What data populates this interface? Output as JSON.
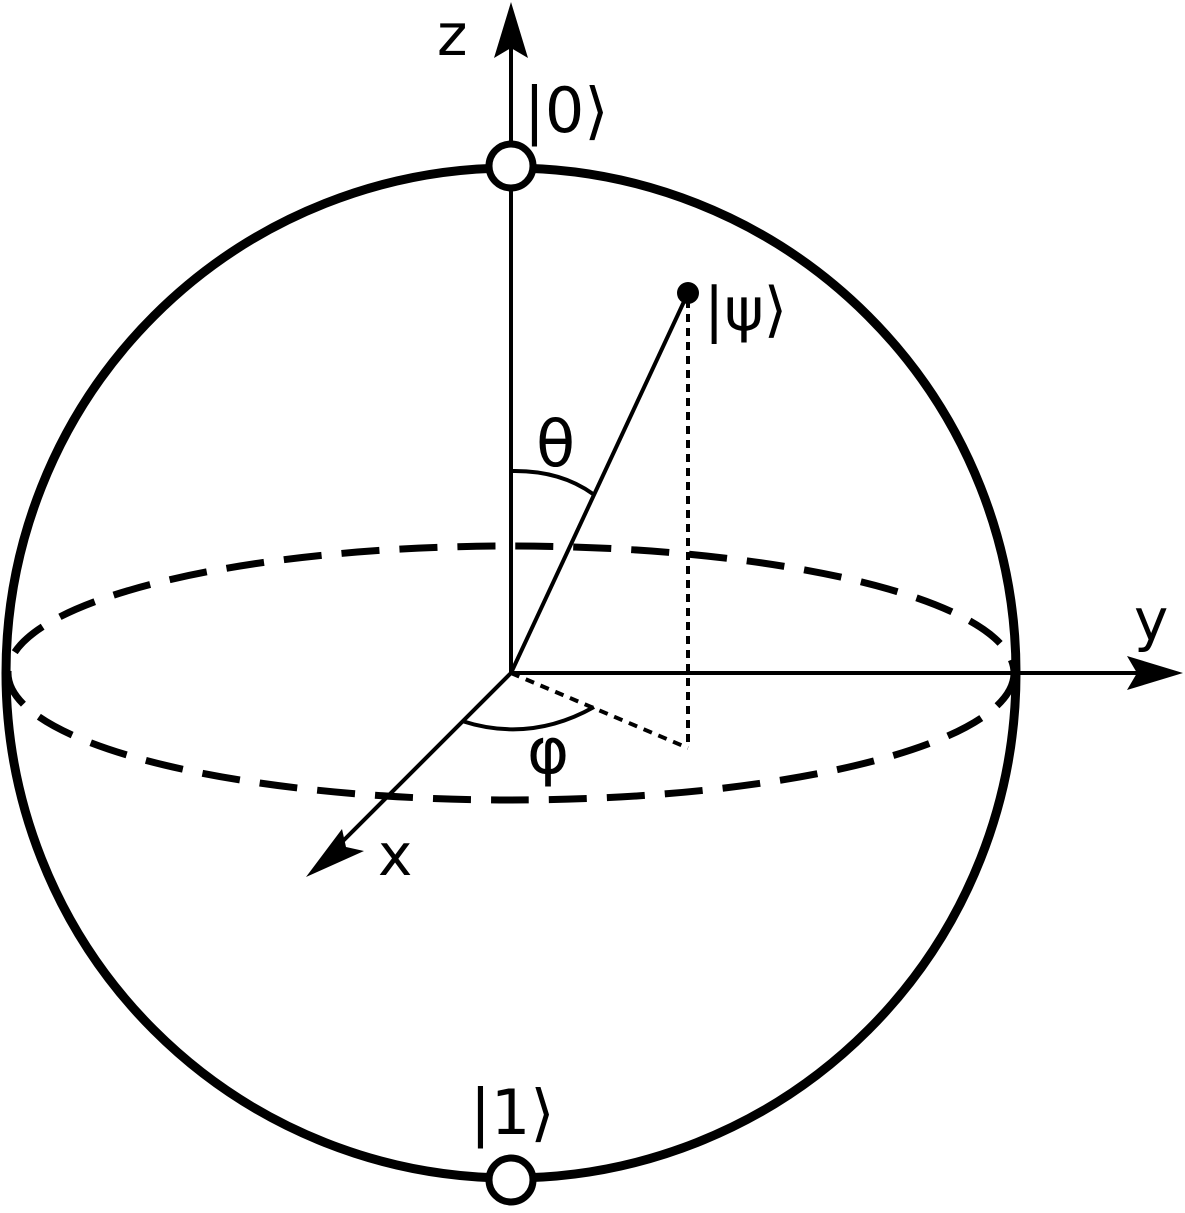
{
  "axes": {
    "z": "z",
    "y": "y",
    "x": "x"
  },
  "states": {
    "zero": "|0⟩",
    "one": "|1⟩",
    "psi": "|ψ⟩"
  },
  "angles": {
    "theta": "θ",
    "phi": "φ"
  },
  "colors": {
    "stroke": "#000000",
    "background": "#ffffff"
  }
}
